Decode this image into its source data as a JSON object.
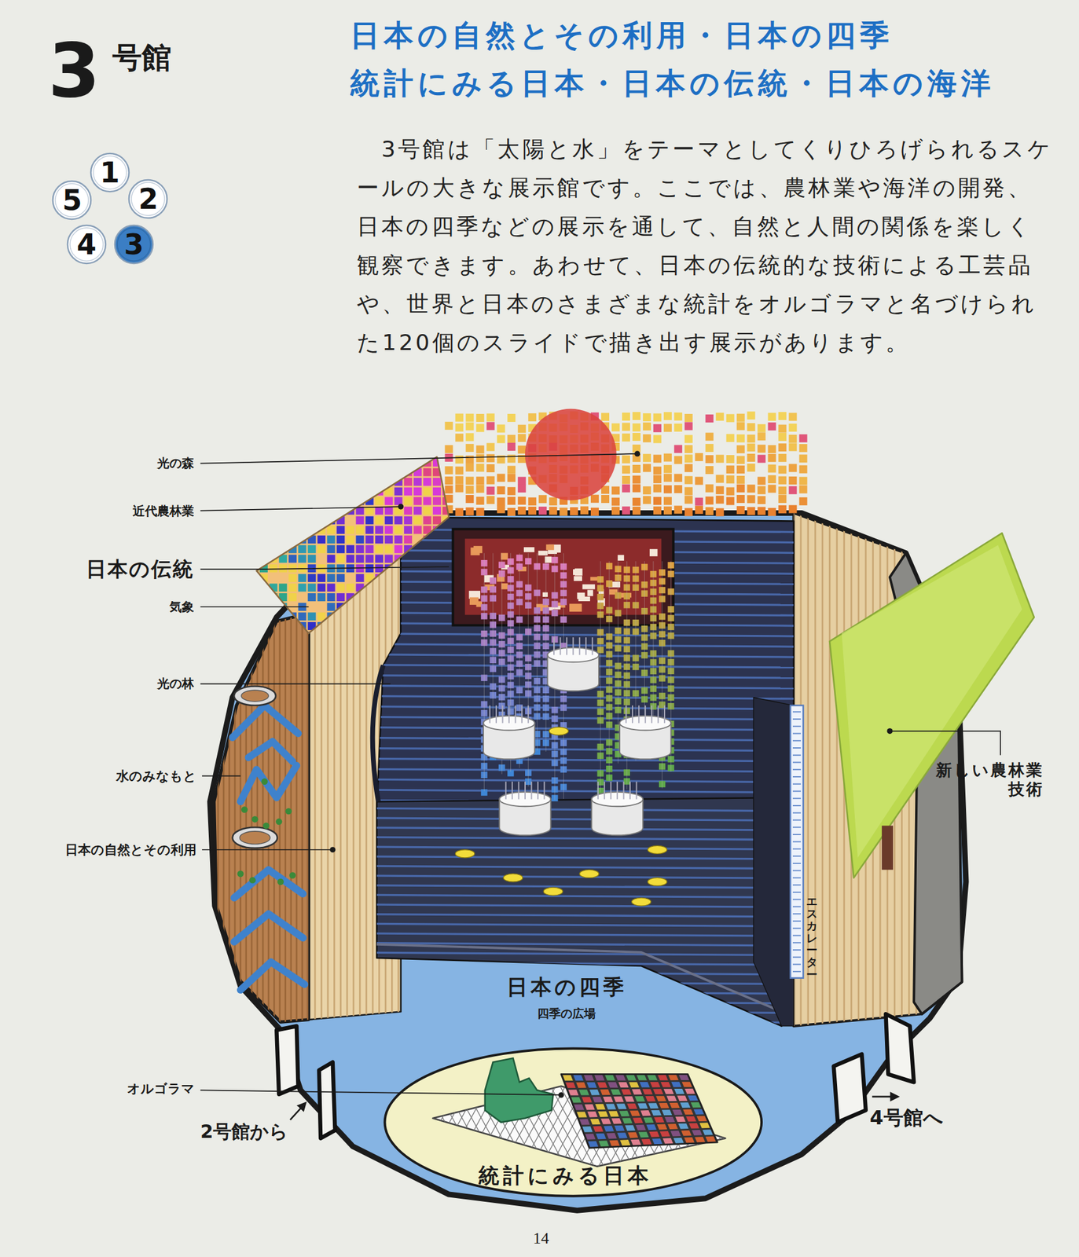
{
  "diagram": {
    "title": "日本の自然とその利用・日本の四季 統計にみる日本・日本の伝統・日本の海洋",
    "nodes": [
      {
        "text": [
          "1"
        ]
      },
      {
        "text": [
          "5"
        ]
      },
      {
        "text": [
          "2"
        ]
      },
      {
        "text": [
          "4"
        ]
      },
      {
        "text": [
          "3"
        ]
      }
    ],
    "labels": [
      "3",
      "号館",
      "3号館は「太陽と水」をテーマとしてくりひろげられるスケールの大きな展示館です。ここでは、農林業や海洋の開発、日本の四季などの展示を通して、自然と人間の関係を楽しく観察できます。あわせて、日本の伝統的な技術による工芸品や、世界と日本のさまざまな統計をオルゴラマと名づけられた120個のスライドで描き出す展示があります。",
      "光の森",
      "近代農林業",
      "日本の伝統",
      "気象",
      "光の林",
      "水のみなもと",
      "日本の自然とその利用",
      "新しい農林業 技術",
      "エスカレーター",
      "日本の四季",
      "四季の広場",
      "オルゴラマ",
      "2号館から",
      "4号館へ",
      "統計にみる日本",
      "14"
    ]
  }
}
